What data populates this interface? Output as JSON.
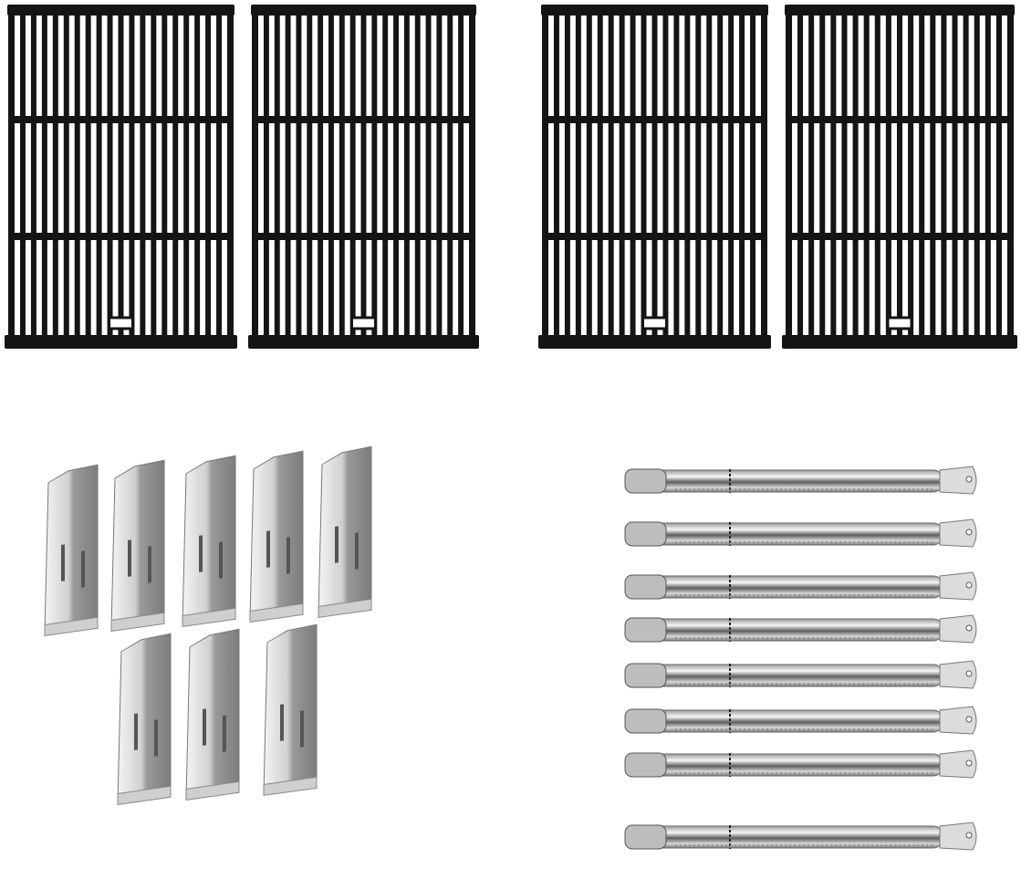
{
  "product_photo": {
    "grates": {
      "count": 4,
      "bars_per_grate": 19,
      "color": "#141414"
    },
    "heat_plates": {
      "count": 8,
      "rows": [
        5,
        3
      ],
      "color_light": "#e6e6e6",
      "color_dark": "#8c8c8c"
    },
    "burners": {
      "count": 8,
      "color_light": "#f2f2f2",
      "color_dark": "#6e6e6e"
    },
    "background": "#ffffff"
  }
}
